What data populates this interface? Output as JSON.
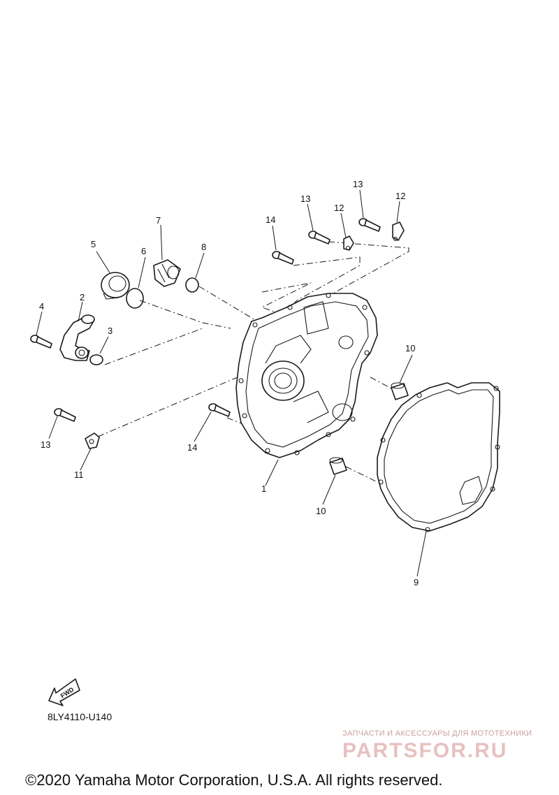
{
  "diagram": {
    "callouts": [
      {
        "id": "1",
        "label": "1"
      },
      {
        "id": "2",
        "label": "2"
      },
      {
        "id": "3",
        "label": "3"
      },
      {
        "id": "4",
        "label": "4"
      },
      {
        "id": "5",
        "label": "5"
      },
      {
        "id": "6",
        "label": "6"
      },
      {
        "id": "7",
        "label": "7"
      },
      {
        "id": "8",
        "label": "8"
      },
      {
        "id": "9",
        "label": "9"
      },
      {
        "id": "10a",
        "label": "10"
      },
      {
        "id": "10b",
        "label": "10"
      },
      {
        "id": "11",
        "label": "11"
      },
      {
        "id": "12a",
        "label": "12"
      },
      {
        "id": "12b",
        "label": "12"
      },
      {
        "id": "13a",
        "label": "13"
      },
      {
        "id": "13b",
        "label": "13"
      },
      {
        "id": "13c",
        "label": "13"
      },
      {
        "id": "14a",
        "label": "14"
      },
      {
        "id": "14b",
        "label": "14"
      }
    ],
    "fwd_label": "FWD",
    "diagram_code": "8LY4110-U140"
  },
  "watermark": {
    "tagline": "ЗАПЧАСТИ И АКСЕССУАРЫ ДЛЯ МОТОТЕХНИКИ",
    "logo": "PARTSFOR.RU"
  },
  "footer": {
    "copyright": "©2020 Yamaha Motor Corporation, U.S.A. All rights reserved."
  }
}
